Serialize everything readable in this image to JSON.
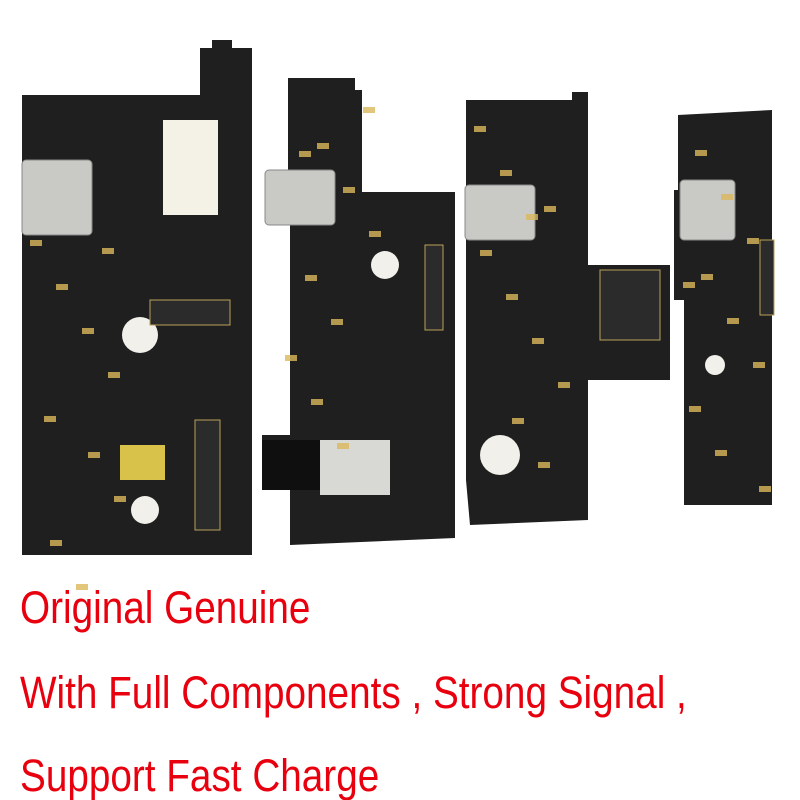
{
  "caption": {
    "lines": [
      "Original Genuine",
      "With Full Components , Strong Signal ,",
      "Support Fast Charge"
    ],
    "color": "#e8000e"
  },
  "photo": {
    "subject": "charging-port-boards",
    "board_color": "#1e1f1e",
    "pad_color": "#d9b85a"
  }
}
